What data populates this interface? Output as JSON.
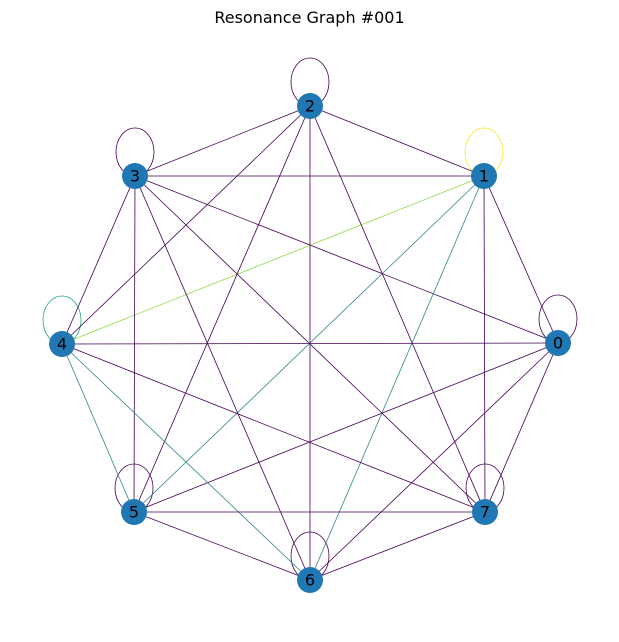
{
  "title": "Resonance Graph #001",
  "colors": {
    "node": "#1f77b4",
    "background": "#ffffff",
    "edge_default": "#440154",
    "edge_mid": "#31868d",
    "edge_light": "#8fd744",
    "edge_top": "#fde725",
    "edge_teal": "#21a785"
  },
  "nodes": [
    {
      "id": "0",
      "label": "0"
    },
    {
      "id": "1",
      "label": "1"
    },
    {
      "id": "2",
      "label": "2"
    },
    {
      "id": "3",
      "label": "3"
    },
    {
      "id": "4",
      "label": "4"
    },
    {
      "id": "5",
      "label": "5"
    },
    {
      "id": "6",
      "label": "6"
    },
    {
      "id": "7",
      "label": "7"
    }
  ],
  "edges": [
    [
      "0",
      "1",
      "edge_default"
    ],
    [
      "0",
      "3",
      "edge_default"
    ],
    [
      "0",
      "4",
      "edge_default"
    ],
    [
      "0",
      "5",
      "edge_default"
    ],
    [
      "0",
      "6",
      "edge_default"
    ],
    [
      "0",
      "7",
      "edge_default"
    ],
    [
      "1",
      "2",
      "edge_default"
    ],
    [
      "1",
      "3",
      "edge_default"
    ],
    [
      "1",
      "4",
      "edge_light"
    ],
    [
      "1",
      "5",
      "edge_mid"
    ],
    [
      "1",
      "6",
      "edge_mid"
    ],
    [
      "1",
      "7",
      "edge_default"
    ],
    [
      "2",
      "3",
      "edge_default"
    ],
    [
      "2",
      "4",
      "edge_default"
    ],
    [
      "2",
      "5",
      "edge_default"
    ],
    [
      "2",
      "6",
      "edge_default"
    ],
    [
      "2",
      "7",
      "edge_default"
    ],
    [
      "3",
      "4",
      "edge_default"
    ],
    [
      "3",
      "5",
      "edge_default"
    ],
    [
      "3",
      "6",
      "edge_default"
    ],
    [
      "3",
      "7",
      "edge_default"
    ],
    [
      "4",
      "5",
      "edge_mid"
    ],
    [
      "4",
      "6",
      "edge_mid"
    ],
    [
      "4",
      "7",
      "edge_default"
    ],
    [
      "5",
      "6",
      "edge_default"
    ],
    [
      "5",
      "7",
      "edge_default"
    ],
    [
      "6",
      "7",
      "edge_default"
    ]
  ],
  "self_loops": [
    [
      "0",
      "edge_default"
    ],
    [
      "1",
      "edge_top"
    ],
    [
      "2",
      "edge_default"
    ],
    [
      "3",
      "edge_default"
    ],
    [
      "4",
      "edge_teal"
    ],
    [
      "5",
      "edge_default"
    ],
    [
      "6",
      "edge_default"
    ],
    [
      "7",
      "edge_default"
    ]
  ]
}
